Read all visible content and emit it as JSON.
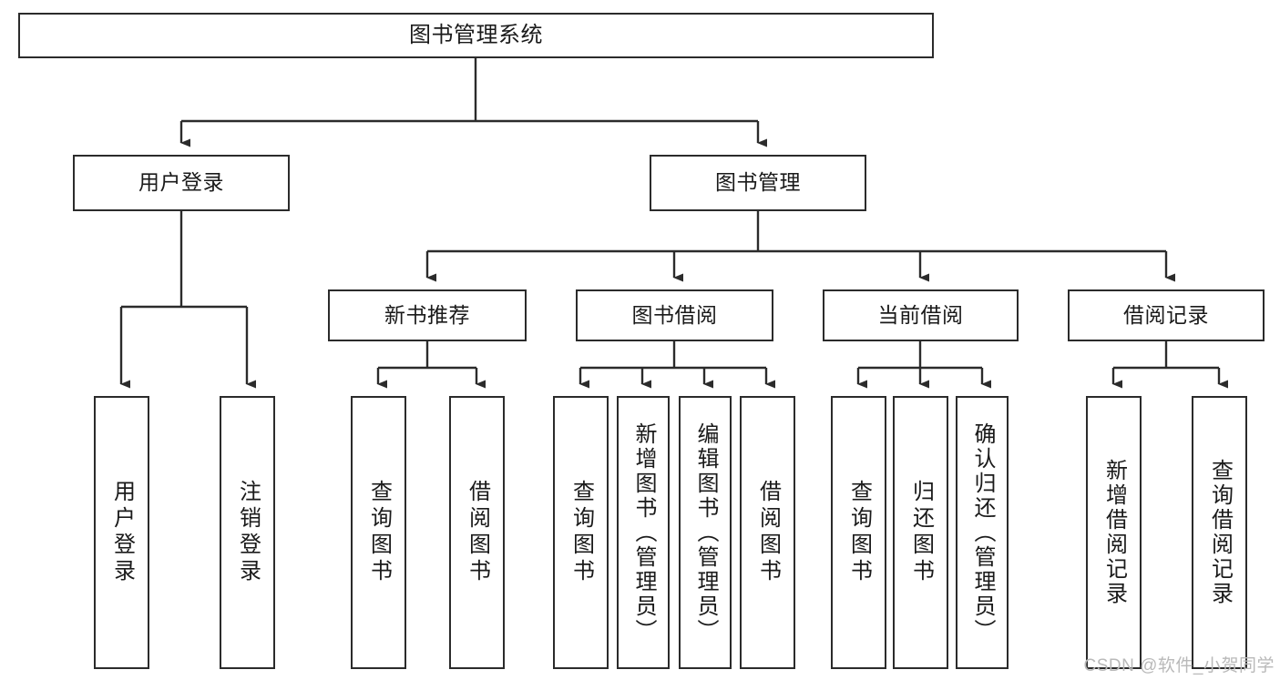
{
  "diagram": {
    "title": "图书管理系统",
    "type": "functional-structure-tree",
    "stroke_color": "#2b2b2b",
    "background_color": "#ffffff",
    "text_color": "#1a1a1a"
  },
  "nodes": {
    "root": {
      "label": "图书管理系统"
    },
    "level2": [
      {
        "label": "用户登录"
      },
      {
        "label": "图书管理"
      }
    ],
    "level3": [
      {
        "label": "新书推荐"
      },
      {
        "label": "图书借阅"
      },
      {
        "label": "当前借阅"
      },
      {
        "label": "借阅记录"
      }
    ],
    "leaves": {
      "user_login": [
        {
          "label": "用户登录"
        },
        {
          "label": "注销登录"
        }
      ],
      "new_book_recommend": [
        {
          "label": "查询图书"
        },
        {
          "label": "借阅图书"
        }
      ],
      "book_borrow": [
        {
          "label": "查询图书"
        },
        {
          "label": "新增图书（管理员）"
        },
        {
          "label": "编辑图书（管理员）"
        },
        {
          "label": "借阅图书"
        }
      ],
      "current_borrow": [
        {
          "label": "查询图书"
        },
        {
          "label": "归还图书"
        },
        {
          "label": "确认归还（管理员）"
        }
      ],
      "borrow_record": [
        {
          "label": "新增借阅记录"
        },
        {
          "label": "查询借阅记录"
        }
      ]
    }
  },
  "watermark": {
    "text": "CSDN @软件_小贺同学"
  }
}
